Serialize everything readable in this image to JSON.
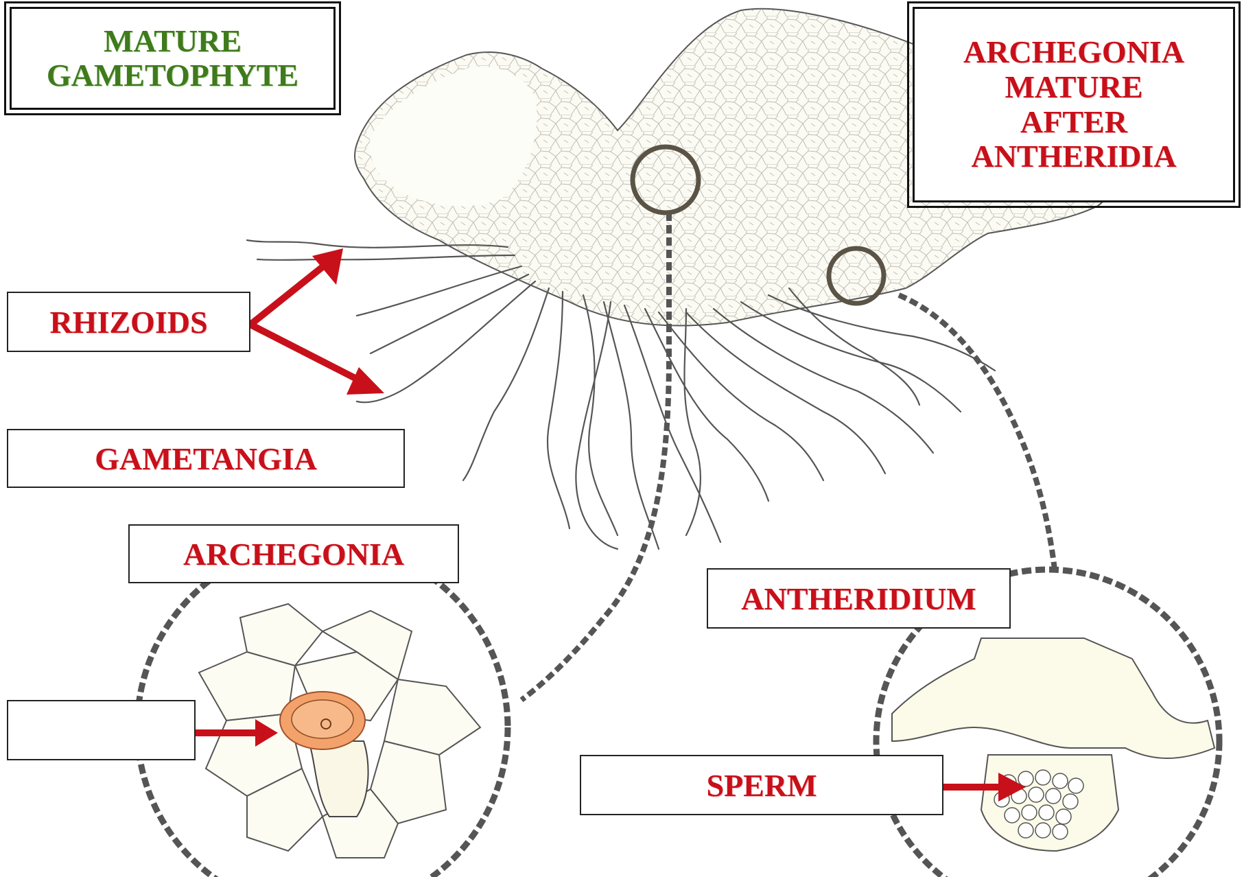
{
  "title_box": {
    "lines": [
      "MATURE",
      "GAMETOPHYTE"
    ],
    "color": "#3f7a1c"
  },
  "note_box": {
    "lines": [
      "ARCHEGONIA",
      "MATURE",
      "AFTER",
      "ANTHERIDIA"
    ],
    "color": "#c8101a"
  },
  "labels": {
    "rhizoids": "RHIZOIDS",
    "gametangia": "GAMETANGIA",
    "archegonia": "ARCHEGONIA",
    "antheridium": "ANTHERIDIUM",
    "sperm": "SPERM",
    "egg_blank": ""
  },
  "colors": {
    "label_text": "#c8101a",
    "arrow": "#c8101a",
    "egg": "#f3a26b",
    "dashed_ring": "#555555"
  }
}
